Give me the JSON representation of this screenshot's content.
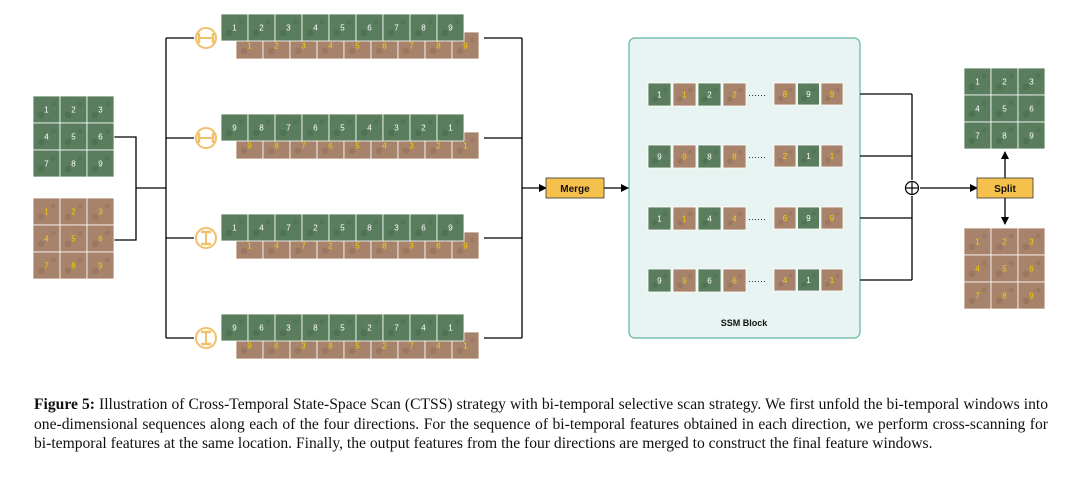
{
  "grids": {
    "input_green": [
      "1",
      "2",
      "3",
      "4",
      "5",
      "6",
      "7",
      "8",
      "9"
    ],
    "input_brown": [
      "1",
      "2",
      "3",
      "4",
      "5",
      "6",
      "7",
      "8",
      "9"
    ],
    "output_green": [
      "1",
      "2",
      "3",
      "4",
      "5",
      "6",
      "7",
      "8",
      "9"
    ],
    "output_brown": [
      "1",
      "2",
      "3",
      "4",
      "5",
      "6",
      "7",
      "8",
      "9"
    ]
  },
  "scan_rows": [
    {
      "green": [
        "1",
        "2",
        "3",
        "4",
        "5",
        "6",
        "7",
        "8",
        "9"
      ],
      "brown": [
        "1",
        "2",
        "3",
        "4",
        "5",
        "6",
        "7",
        "8",
        "9"
      ]
    },
    {
      "green": [
        "9",
        "8",
        "7",
        "6",
        "5",
        "4",
        "3",
        "2",
        "1"
      ],
      "brown": [
        "9",
        "8",
        "7",
        "6",
        "5",
        "4",
        "3",
        "2",
        "1"
      ]
    },
    {
      "green": [
        "1",
        "4",
        "7",
        "2",
        "5",
        "8",
        "3",
        "6",
        "9"
      ],
      "brown": [
        "1",
        "4",
        "7",
        "2",
        "5",
        "8",
        "3",
        "6",
        "9"
      ]
    },
    {
      "green": [
        "9",
        "6",
        "3",
        "8",
        "5",
        "2",
        "7",
        "4",
        "1"
      ],
      "brown": [
        "9",
        "6",
        "3",
        "8",
        "5",
        "2",
        "7",
        "4",
        "1"
      ]
    }
  ],
  "ssm_rows": [
    {
      "left": [
        "1",
        "1",
        "2",
        "2"
      ],
      "right": [
        "8",
        "9",
        "9"
      ]
    },
    {
      "left": [
        "9",
        "9",
        "8",
        "8"
      ],
      "right": [
        "2",
        "1",
        "1"
      ]
    },
    {
      "left": [
        "1",
        "1",
        "4",
        "4"
      ],
      "right": [
        "6",
        "9",
        "9"
      ]
    },
    {
      "left": [
        "9",
        "9",
        "6",
        "6"
      ],
      "right": [
        "4",
        "1",
        "1"
      ]
    }
  ],
  "ellipsis": "······",
  "merge_label": "Merge",
  "split_label": "Split",
  "ssm_label": "SSM Block",
  "plus_symbol": "⊕",
  "colors": {
    "green_tile": "#5a7d5e",
    "brown_tile": "#a8836b",
    "label_box": "#f6c04c",
    "ssm_fill": "#e7f4f1",
    "ssm_border": "#5fb5a2",
    "icon": "#f0c06a",
    "green_text": "#ffffff",
    "brown_text": "#f4d000"
  },
  "caption": {
    "label": "Figure 5:",
    "text": "Illustration of Cross-Temporal State-Space Scan (CTSS) strategy with bi-temporal selective scan strategy. We first unfold the bi-temporal windows into one-dimensional sequences along each of the four directions. For the sequence of bi-temporal features obtained in each direction, we perform cross-scanning for bi-temporal features at the same location. Finally, the output features from the four directions are merged to construct the final feature windows."
  }
}
